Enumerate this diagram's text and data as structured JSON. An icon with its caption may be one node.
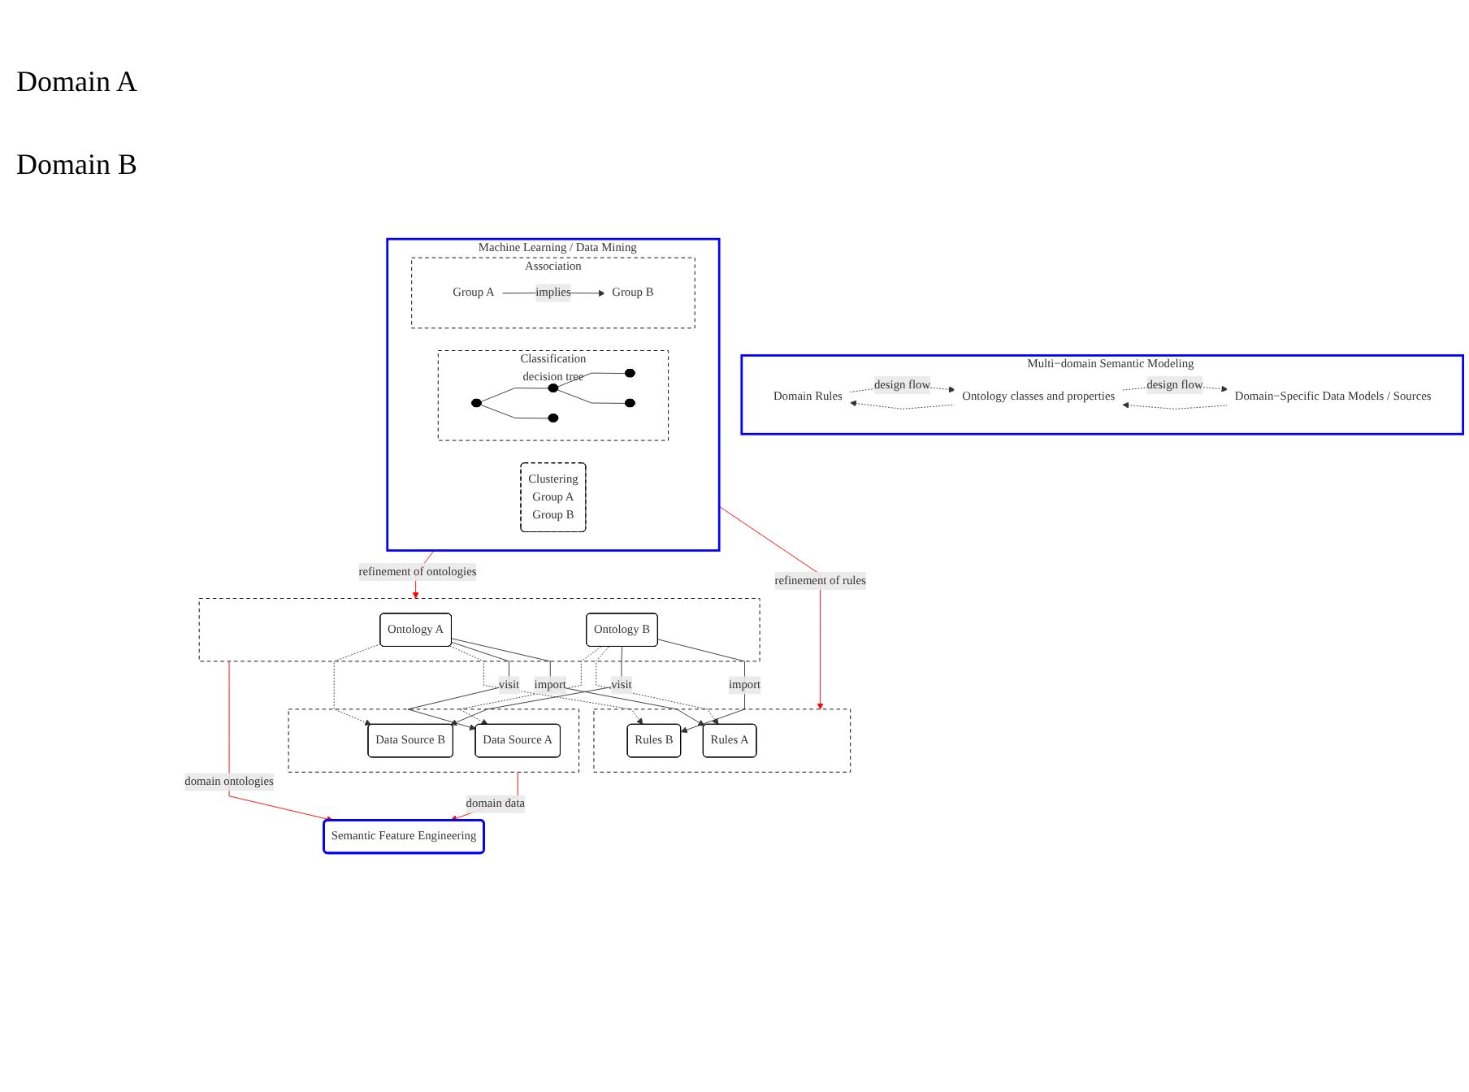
{
  "diagram": {
    "nodes": [
      {
        "text": [
          "Multi−domain Semantic Modeling"
        ]
      },
      {
        "text": [
          "Domain Rules"
        ],
        "in": 0
      },
      {
        "text": [
          "Ontology classes and properties"
        ],
        "in": 0
      },
      {
        "text": [
          "Domain−Specific Data Models / Sources"
        ],
        "in": 0
      },
      {
        "text": [],
        "shape": "box"
      },
      {
        "text": [
          "Rules A"
        ],
        "in": 4
      },
      {
        "text": [
          "Rules B"
        ],
        "in": 4
      },
      {
        "text": [],
        "shape": "box"
      },
      {
        "text": [
          "Ontology A"
        ],
        "in": 7
      },
      {
        "text": [
          "Ontology B"
        ],
        "in": 7
      },
      {
        "text": [],
        "shape": "box"
      },
      {
        "text": [
          "Data Source A"
        ],
        "in": 10
      },
      {
        "text": [
          "Data Source B"
        ],
        "in": 10
      },
      {
        "text": [
          "Semantic Feature Engineering"
        ]
      },
      {
        "text": [
          "Machine Learning / Data Mining"
        ]
      },
      {
        "text": [
          "Classification",
          "decision tree"
        ],
        "in": 14
      },
      {
        "text": [],
        "shape": "bar",
        "in": 15
      },
      {
        "text": [],
        "shape": "bar",
        "in": 15
      },
      {
        "text": [],
        "shape": "bar",
        "in": 15
      },
      {
        "text": [],
        "shape": "bar",
        "in": 15
      },
      {
        "text": [],
        "shape": "bar",
        "in": 15
      },
      {
        "text": [
          "Clustering",
          "Group A",
          "Group B"
        ],
        "in": 14
      },
      {
        "text": [
          "Association"
        ],
        "in": 14
      },
      {
        "text": [
          "Group A"
        ],
        "in": 22
      },
      {
        "text": [
          "Group B"
        ],
        "in": 22
      }
    ],
    "edges": [
      {
        "from": 1,
        "to": 2,
        "arrow": "to",
        "label": "design flow",
        "style": "dashed"
      },
      {
        "from": 2,
        "to": 1,
        "arrow": "to",
        "style": "dashed"
      },
      {
        "from": 2,
        "to": 3,
        "arrow": "to",
        "label": "design flow",
        "style": "dashed"
      },
      {
        "from": 3,
        "to": 2,
        "arrow": "to",
        "style": "dashed"
      },
      {
        "from": 8,
        "to": 5,
        "arrow": "to",
        "label": "import"
      },
      {
        "from": 8,
        "to": 11,
        "arrow": "to",
        "label": "visit"
      },
      {
        "from": 9,
        "to": 6,
        "arrow": "to",
        "label": "import"
      },
      {
        "from": 9,
        "to": 12,
        "arrow": "to",
        "label": "visit"
      },
      {
        "from": 9,
        "to": 5,
        "arrow": "to",
        "style": "dashed"
      },
      {
        "from": 8,
        "to": 6,
        "arrow": "to",
        "style": "dashed"
      },
      {
        "from": 8,
        "to": 12,
        "arrow": "to",
        "style": "dashed"
      },
      {
        "from": 9,
        "to": 11,
        "arrow": "to",
        "style": "dashed"
      },
      {
        "from": 14,
        "to": 4,
        "arrow": "to",
        "label": "refinement of rules",
        "color": "#ff0000"
      },
      {
        "from": 14,
        "to": 7,
        "arrow": "to",
        "label": "refinement of ontologies",
        "color": "#ff0000"
      },
      {
        "from": 7,
        "to": 13,
        "arrow": "to",
        "label": "domain ontologies",
        "color": "#ff0000"
      },
      {
        "from": 10,
        "to": 13,
        "arrow": "to",
        "label": "domain data",
        "color": "#ff0000"
      },
      {
        "from": 16,
        "to": 17,
        "arrow": "none"
      },
      {
        "from": 16,
        "to": 18,
        "arrow": "none"
      },
      {
        "from": 17,
        "to": 19,
        "arrow": "none"
      },
      {
        "from": 17,
        "to": 20,
        "arrow": "none"
      },
      {
        "from": 23,
        "to": 24,
        "arrow": "to",
        "label": "implies"
      }
    ],
    "labels": [
      "Domain A",
      "Domain B"
    ]
  }
}
